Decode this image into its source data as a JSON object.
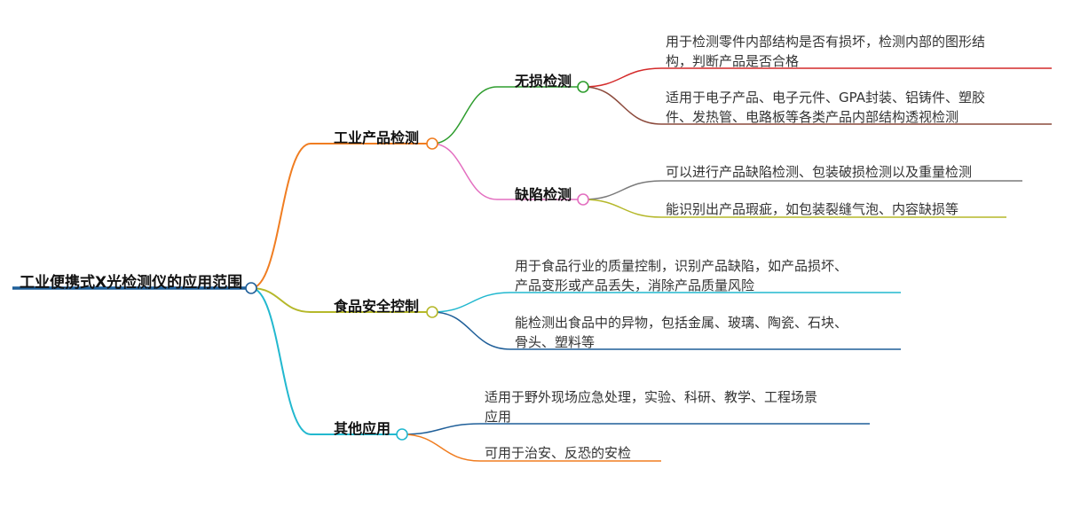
{
  "root": {
    "label": "工业便携式X光检测仪的应用范围",
    "color": "#1f5f99"
  },
  "branches": [
    {
      "label": "工业产品检测",
      "color": "#f07d21",
      "subs": [
        {
          "label": "无损检测",
          "color": "#2e9d2e",
          "leaves": [
            {
              "lines": [
                "用于检测零件内部结构是否有损坏，检测内部的图形结",
                "构，判断产品是否合格"
              ],
              "color": "#d42a2a"
            },
            {
              "lines": [
                "适用于电子产品、电子元件、GPA封装、铝铸件、塑胶",
                "件、发热管、电路板等各类产品内部结构透视检测"
              ],
              "color": "#8c4a3c"
            }
          ]
        },
        {
          "label": "缺陷检测",
          "color": "#e36fc0",
          "leaves": [
            {
              "lines": [
                "可以进行产品缺陷检测、包装破损检测以及重量检测"
              ],
              "color": "#7a7a7a"
            },
            {
              "lines": [
                "能识别出产品瑕疵，如包装裂缝气泡、内容缺损等"
              ],
              "color": "#b5b82a"
            }
          ]
        }
      ]
    },
    {
      "label": "食品安全控制",
      "color": "#b5b82a",
      "leaves": [
        {
          "lines": [
            "用于食品行业的质量控制，识别产品缺陷，如产品损坏、",
            "产品变形或产品丢失，消除产品质量风险"
          ],
          "color": "#22b8cf"
        },
        {
          "lines": [
            "能检测出食品中的异物，包括金属、玻璃、陶瓷、石块、",
            "骨头、塑料等"
          ],
          "color": "#1f5f99"
        }
      ]
    },
    {
      "label": "其他应用",
      "color": "#22b8cf",
      "leaves": [
        {
          "lines": [
            "适用于野外现场应急处理，实验、科研、教学、工程场景",
            "应用"
          ],
          "color": "#1f5f99"
        },
        {
          "lines": [
            "可用于治安、反恐的安检"
          ],
          "color": "#f07d21"
        }
      ]
    }
  ]
}
